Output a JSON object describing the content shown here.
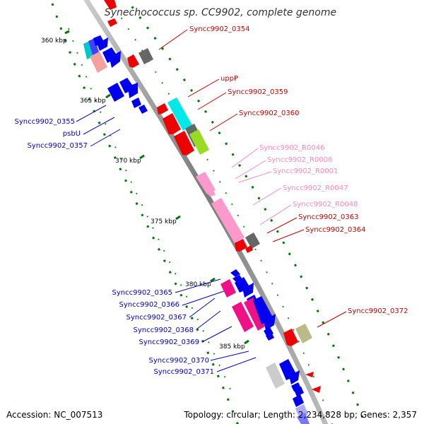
{
  "title": "Synechococcus sp. CC9902, complete genome",
  "scale_labels": [
    "360 kbp",
    "365 kbp",
    "370 kbp",
    "375 kbp",
    "380 kbp",
    "385 kbp"
  ],
  "colors": {
    "backbone": "#888888",
    "forward_gene": "#0000ee",
    "reverse_gene": "#ee0000",
    "rna_gene": "#ff99cc",
    "other_gene": "#666666",
    "scale_ticks": "#007700",
    "label_blue": "#0000cc",
    "label_red": "#cc0000",
    "label_pink": "#ff88bb"
  },
  "gene_labels_left": [
    {
      "text": "Syncc9902_0355",
      "color": "#0000cc"
    },
    {
      "text": "psbU",
      "color": "#0000cc"
    },
    {
      "text": "Syncc9902_0357",
      "color": "#0000cc"
    },
    {
      "text": "Syncc9902_0365",
      "color": "#0000cc"
    },
    {
      "text": "Syncc9902_0366",
      "color": "#0000cc"
    },
    {
      "text": "Syncc9902_0367",
      "color": "#0000cc"
    },
    {
      "text": "Syncc9902_0368",
      "color": "#0000cc"
    },
    {
      "text": "Syncc9902_0369",
      "color": "#0000cc"
    },
    {
      "text": "Syncc9902_0370",
      "color": "#0000cc"
    },
    {
      "text": "Syncc9902_0371",
      "color": "#0000cc"
    }
  ],
  "gene_labels_right": [
    {
      "text": "Syncc9902_0354",
      "color": "#cc0000"
    },
    {
      "text": "uppP",
      "color": "#cc0000"
    },
    {
      "text": "Syncc9902_0359",
      "color": "#cc0000"
    },
    {
      "text": "Syncc9902_0360",
      "color": "#cc0000"
    },
    {
      "text": "Syncc9902_R0046",
      "color": "#ff88bb"
    },
    {
      "text": "Syncc9902_R0006",
      "color": "#ff88bb"
    },
    {
      "text": "Syncc9902_R0001",
      "color": "#ff88bb"
    },
    {
      "text": "Syncc9902_R0047",
      "color": "#ff88bb"
    },
    {
      "text": "Syncc9902_R0048",
      "color": "#ff88bb"
    },
    {
      "text": "Syncc9902_0363",
      "color": "#cc0000"
    },
    {
      "text": "Syncc9902_0364",
      "color": "#cc0000"
    },
    {
      "text": "Syncc9902_0372",
      "color": "#cc0000"
    }
  ],
  "footer": {
    "accession": "Accession: NC_007513",
    "summary": "Topology: circular; Length: 2,234,828 bp; Genes: 2,357"
  }
}
